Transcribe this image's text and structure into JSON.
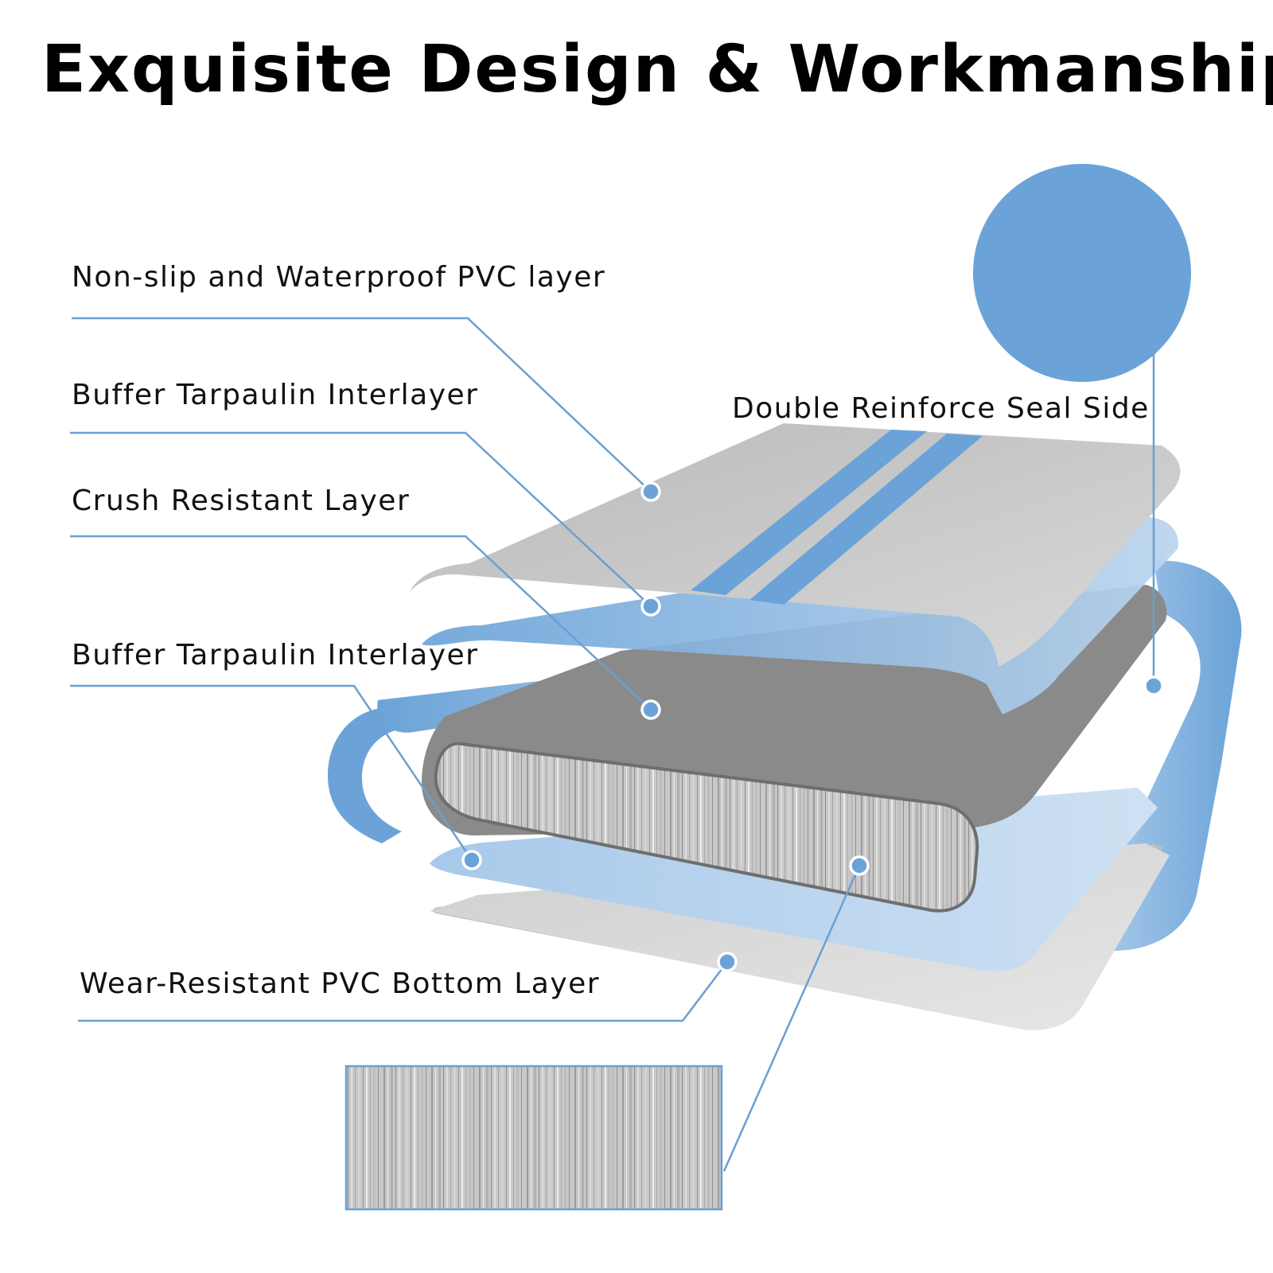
{
  "title": "Exquisite Design & Workmanship",
  "labels": {
    "top_layer": "Non-slip and Waterproof PVC layer",
    "buffer_upper": "Buffer Tarpaulin Interlayer",
    "crush_layer": "Crush Resistant Layer",
    "buffer_lower": "Buffer Tarpaulin Interlayer",
    "bottom_layer": "Wear-Resistant PVC Bottom Layer",
    "seal_side": "Double Reinforce Seal Side"
  },
  "colors": {
    "accent_blue": "#6ba3d8",
    "light_blue": "#a7c9ea",
    "pale_blue": "#c6dcf1",
    "grey_top": "#c4c4c4",
    "grey_dark": "#8a8a8a",
    "grey_bottom": "#d6d6d6",
    "leader_line": "#6b9fd2"
  }
}
